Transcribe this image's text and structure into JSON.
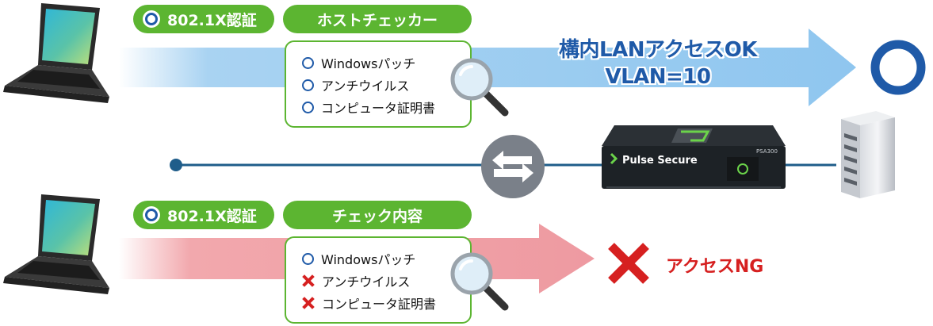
{
  "top": {
    "auth_label": "802.1X認証",
    "check_label": "ホストチェッカー",
    "items": [
      {
        "mark": "ok",
        "text": "Windowsパッチ"
      },
      {
        "mark": "ok",
        "text": "アンチウイルス"
      },
      {
        "mark": "ok",
        "text": "コンピュータ証明書"
      }
    ],
    "result_line1": "構内LANアクセスOK",
    "result_line2": "VLAN=10"
  },
  "bottom": {
    "auth_label": "802.1X認証",
    "check_label": "チェック内容",
    "items": [
      {
        "mark": "ok",
        "text": "Windowsパッチ"
      },
      {
        "mark": "ng",
        "text": "アンチウイルス"
      },
      {
        "mark": "ng",
        "text": "コンピュータ証明書"
      }
    ],
    "result": "アクセスNG"
  },
  "appliance": {
    "brand": "Pulse Secure",
    "model": "PSA300"
  },
  "colors": {
    "green": "#5cb531",
    "blue": "#1f5aa8",
    "red": "#d62020",
    "ok_arrow": "#a9d3f2",
    "ng_arrow": "#f2a8ad"
  },
  "icons": [
    "laptop-icon",
    "magnifier-icon",
    "exchange-icon",
    "server-icon",
    "circle-ok-icon",
    "cross-ng-icon"
  ]
}
